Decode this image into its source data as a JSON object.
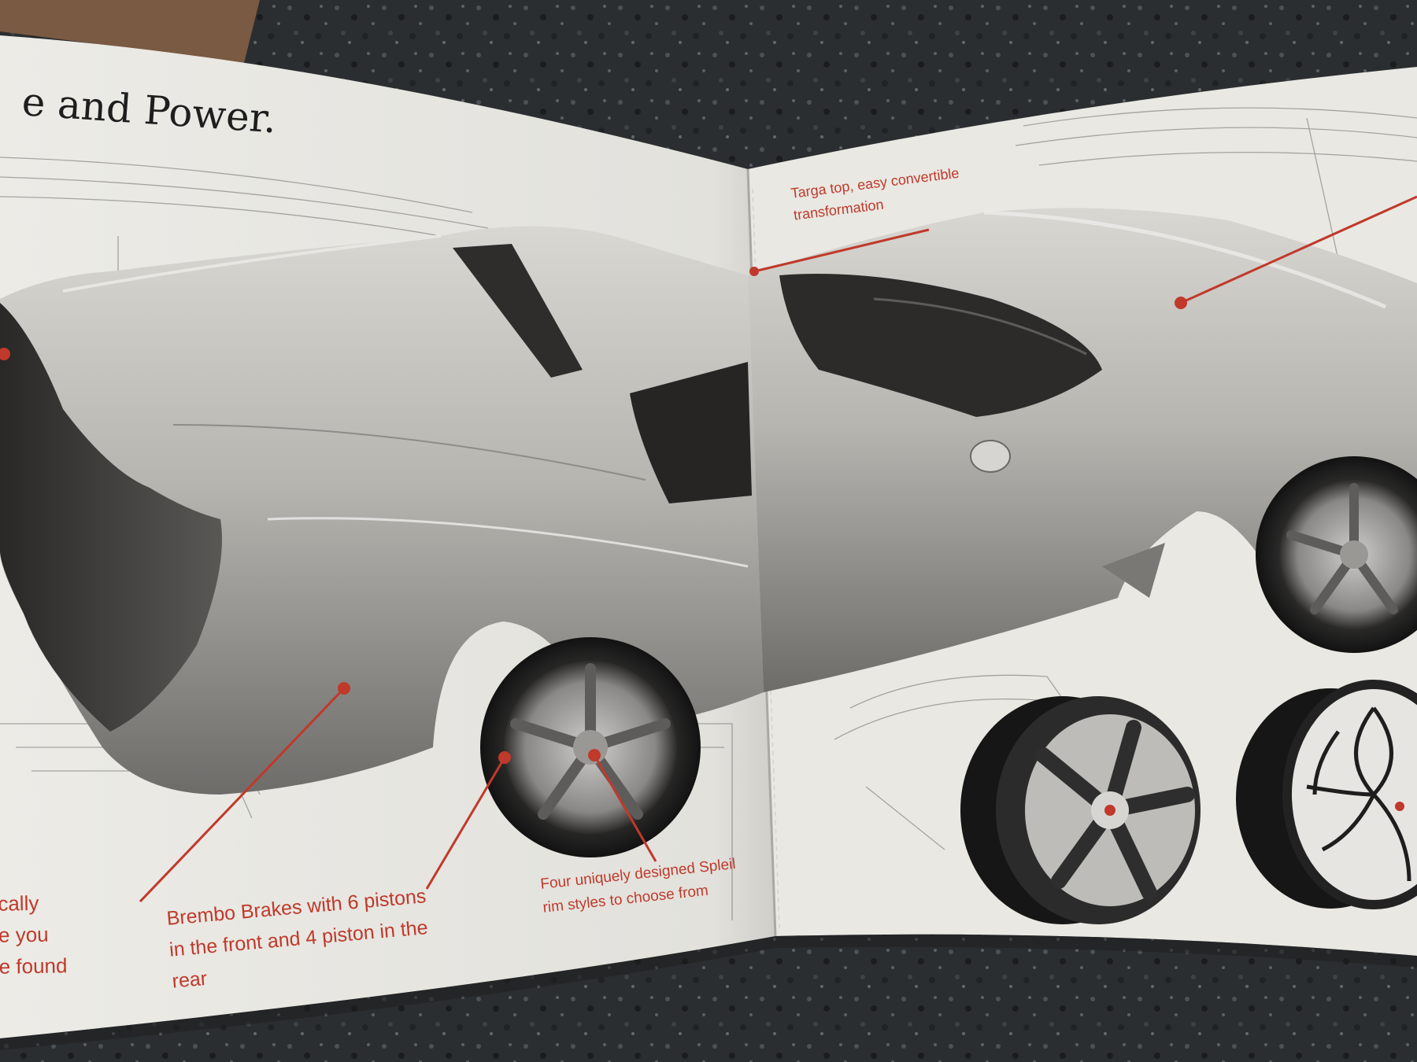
{
  "photo": {
    "subject": "open car brochure spread on granite countertop",
    "colors": {
      "granite": "#2a2d2e",
      "paper": "#ecebe6",
      "accent": "#c0392b",
      "car_silver": "#b8b6b1",
      "ink": "#1e1e1e"
    }
  },
  "brochure": {
    "left_page": {
      "headline": "e and Power.",
      "left_edge_fragment": {
        "line1": "cally",
        "line2": "e you",
        "line3": "e found"
      },
      "callout_brakes": {
        "line1": "Brembo Brakes with 6 pistons",
        "line2": "in the front and 4 piston in the",
        "line3": "rear"
      },
      "callout_rims": {
        "line1": "Four uniquely designed Spleil",
        "line2": "rim styles to choose from"
      }
    },
    "right_page": {
      "callout_targa": {
        "line1": "Targa top, easy convertible",
        "line2": "transformation"
      }
    }
  }
}
